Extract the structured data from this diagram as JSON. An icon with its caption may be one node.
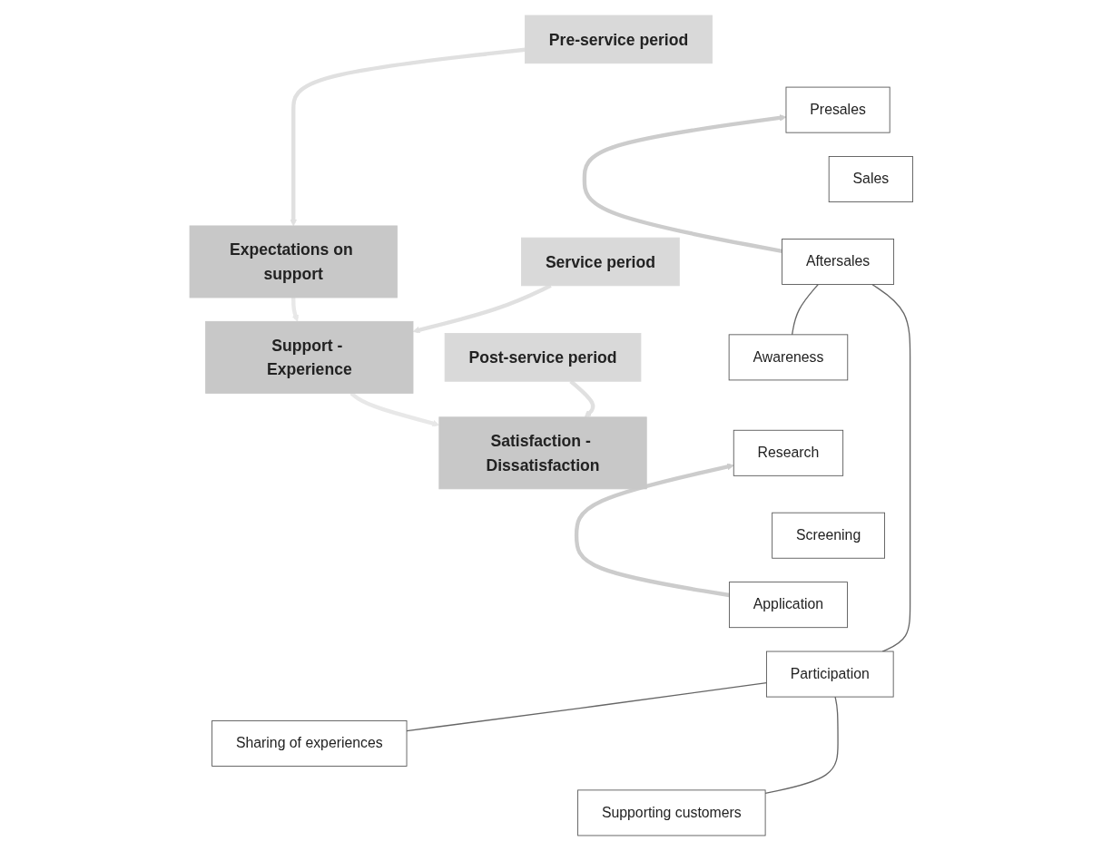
{
  "diagram": {
    "nodes": [
      {
        "text": [
          "Pre-service period"
        ]
      },
      {
        "text": [
          "Service period"
        ]
      },
      {
        "text": [
          "Post-service period"
        ]
      },
      {
        "text": [
          "Presales"
        ]
      },
      {
        "text": [
          "Sales"
        ]
      },
      {
        "text": [
          "Aftersales"
        ]
      },
      {
        "text": [
          "Awareness"
        ]
      },
      {
        "text": [
          "Research"
        ]
      },
      {
        "text": [
          "Screening"
        ]
      },
      {
        "text": [
          "Application"
        ]
      },
      {
        "text": [
          "Participation"
        ]
      },
      {
        "text": [
          "Sharing of experiences"
        ]
      },
      {
        "text": [
          "Supporting customers"
        ]
      },
      {
        "text": [
          "Expectations on support"
        ]
      },
      {
        "text": [
          "Support - Experience"
        ]
      },
      {
        "text": [
          "Satisfaction - Dissatisfaction"
        ]
      }
    ],
    "edges": [
      {
        "from": 0,
        "to": 13,
        "arrow": "to",
        "color": "#e0e0e0"
      },
      {
        "from": 1,
        "to": 14,
        "arrow": "to",
        "color": "#e0e0e0"
      },
      {
        "from": 2,
        "to": 15,
        "arrow": "to",
        "color": "#e0e0e0"
      },
      {
        "from": 5,
        "to": 3,
        "arrow": "to",
        "color": "#cccccc"
      },
      {
        "from": 9,
        "to": 7,
        "arrow": "to",
        "color": "#cccccc"
      },
      {
        "from": 5,
        "to": 6,
        "arrow": "none",
        "color": "#666666"
      },
      {
        "from": 5,
        "to": 10,
        "arrow": "none",
        "color": "#666666"
      },
      {
        "from": 10,
        "to": 11,
        "arrow": "none",
        "color": "#666666"
      },
      {
        "from": 10,
        "to": 12,
        "arrow": "none",
        "color": "#666666"
      },
      {
        "from": 13,
        "to": 14,
        "arrow": "to",
        "color": "#e8e8e8"
      },
      {
        "from": 14,
        "to": 15,
        "arrow": "to",
        "color": "#e8e8e8"
      }
    ]
  }
}
